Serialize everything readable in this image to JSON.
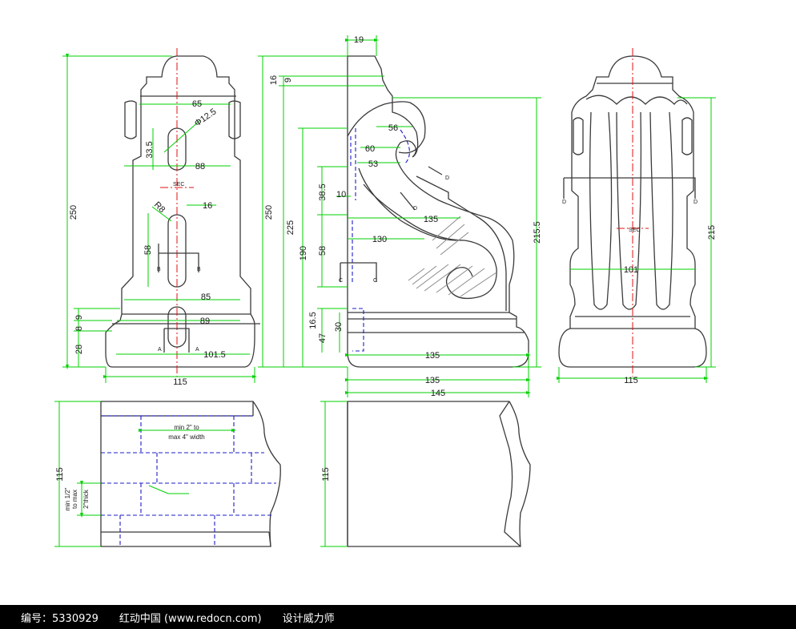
{
  "footer": {
    "id_label": "编号：5330929",
    "site": "红动中国 (www.redocn.com)",
    "role": "设计威力师"
  },
  "dims": {
    "d65": "65",
    "d125": "Φ12.5",
    "d335": "33.5",
    "d88": "88",
    "d16": "16",
    "r8": "R8",
    "d58": "58",
    "d85": "85",
    "d8": "8",
    "d9": "9",
    "d89": "89",
    "d28": "28",
    "d1015": "101.5",
    "d250a": "250",
    "d115a": "115",
    "d19": "19",
    "d16b": "16",
    "d9b": "9",
    "d250b": "250",
    "d225": "225",
    "d190": "190",
    "d385": "38.5",
    "d10": "10",
    "d58b": "58",
    "d165": "16.5",
    "d47": "47",
    "d30": "30",
    "d56": "56",
    "d60": "60",
    "d53": "53",
    "d135a": "135",
    "d130": "130",
    "d135b": "135",
    "d135c": "135",
    "d145": "145",
    "d2155": "215.5",
    "d215": "215",
    "d101": "101",
    "d115b": "115",
    "d115c": "115",
    "d115d": "115",
    "note1a": "min 2\" to",
    "note1b": "max 4\" width",
    "note2a": "min 1/2\"",
    "note2b": "to max",
    "note2c": "2\"thick",
    "sect_a": "A",
    "sect_b": "B",
    "sect_c": "C",
    "sect_d": "D",
    "sect_lbl": "SEC"
  }
}
